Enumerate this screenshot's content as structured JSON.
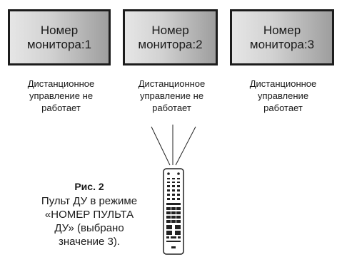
{
  "monitors": [
    {
      "label": "Номер\nмонитора:1",
      "status": "Дистанционное\nуправление не\nработает"
    },
    {
      "label": "Номер\nмонитора:2",
      "status": "Дистанционное\nуправление не\nработает"
    },
    {
      "label": "Номер\nмонитора:3",
      "status": "Дистанционное\nуправление\nработает"
    }
  ],
  "figure": {
    "title": "Рис. 2",
    "caption": "Пульт ДУ в режиме\n«НОМЕР ПУЛЬТА\nДУ» (выбрано\nзначение 3)."
  },
  "icons": {
    "remote": "remote-control-icon"
  },
  "colors": {
    "frame": "#1c1c1c",
    "screen_light": "#e6e6e6",
    "screen_dark": "#9e9e9e"
  }
}
